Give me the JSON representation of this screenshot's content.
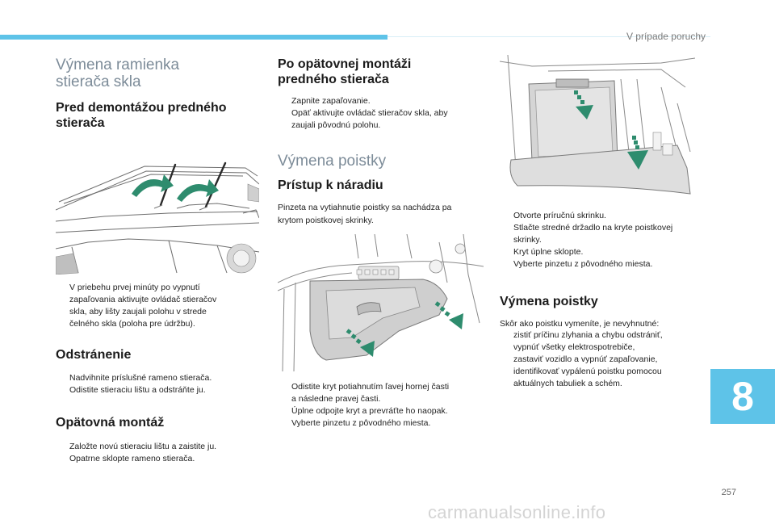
{
  "header": {
    "section": "V prípade poruchy"
  },
  "col1": {
    "title": "Výmena ramienka stierača skla",
    "title_line1": "Výmena ramienka",
    "title_line2": "stierača skla",
    "before_title_line1": "Pred demontážou predného",
    "before_title_line2": "stierača",
    "before_bullets": [
      "V priebehu prvej minúty po vypnutí",
      "zapaľovania aktivujte ovládač stieračov",
      "skla, aby lišty zaujali polohu v strede",
      "čelného skla (poloha pre údržbu)."
    ],
    "removal_title": "Odstránenie",
    "removal_bullets": [
      "Nadvihnite príslušné rameno stierača.",
      "Odistite stieraciu lištu a odstráňte ju."
    ],
    "refit_title": "Opätovná montáž",
    "refit_bullets": [
      "Založte novú stieraciu lištu a zaistite ju.",
      "Opatrne sklopte rameno stierača."
    ]
  },
  "col2": {
    "after_title_line1": "Po opätovnej montáži",
    "after_title_line2": "predného stierača",
    "after_bullets": [
      "Zapnite zapaľovanie.",
      "Opäť aktivujte ovládač stieračov skla, aby",
      "zaujali pôvodnú polohu."
    ],
    "fuse_title": "Výmena poistky",
    "tool_title": "Prístup k náradiu",
    "tool_text_line1": "Pinzeta na vytiahnutie poistky sa nachádza pa",
    "tool_text_line2": "krytom poistkovej skrinky.",
    "tool_bullets": [
      "Odistite kryt potiahnutím ľavej hornej časti",
      "a následne pravej časti.",
      "Úplne odpojte kryt a prevráťte ho naopak.",
      "Vyberte pinzetu z pôvodného miesta."
    ]
  },
  "col3": {
    "glovebox_bullets": [
      "Otvorte príručnú skrinku.",
      "Stlačte stredné držadlo na kryte poistkovej",
      "skrinky.",
      "Kryt úplne sklopte.",
      "Vyberte pinzetu z pôvodného miesta."
    ],
    "replace_title": "Výmena poistky",
    "replace_intro": "Skôr ako poistku vymeníte, je nevyhnutné:",
    "replace_bullets": [
      "zistiť príčinu zlyhania a chybu odstrániť,",
      "vypnúť všetky elektrospotrebiče,",
      "zastaviť vozidlo a vypnúť zapaľovanie,",
      "identifikovať vypálenú poistku pomocou",
      "aktuálnych tabuliek a schém."
    ]
  },
  "bullet_marker": "",
  "chapter": "8",
  "page_number": "257",
  "watermark": "carmanualsonline.info",
  "colors": {
    "accent": "#5ec3e8",
    "heading_grey": "#7d8c99",
    "arrow_green": "#2e8c6e"
  },
  "icons": [
    "curved-arrow-icon",
    "dashed-arrow-icon"
  ]
}
